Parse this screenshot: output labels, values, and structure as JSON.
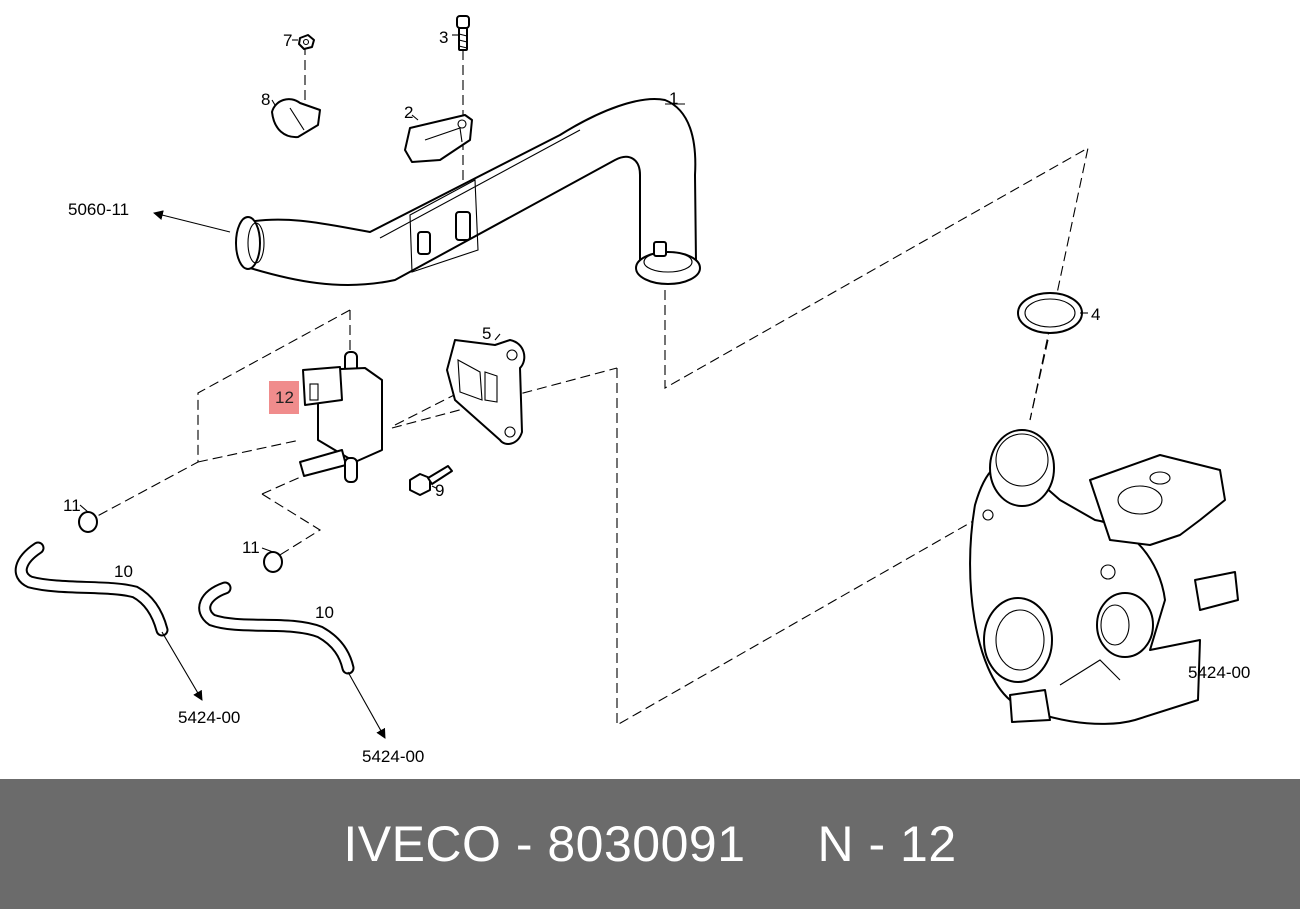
{
  "diagram": {
    "callouts": {
      "c1": "1",
      "c2": "2",
      "c3": "3",
      "c4": "4",
      "c5": "5",
      "c7": "7",
      "c8": "8",
      "c9": "9",
      "c10a": "10",
      "c10b": "10",
      "c11a": "11",
      "c11b": "11",
      "c12": "12"
    },
    "references": {
      "pipe_ref": "5060-11",
      "hose_ref_left": "5424-00",
      "hose_ref_mid": "5424-00",
      "turbo_ref": "5424-00"
    },
    "highlight_color": "#f08c8c"
  },
  "footer": {
    "brand": "IVECO",
    "separator": " - ",
    "part_number": "8030091",
    "spacer": "     ",
    "position_prefix": "N - ",
    "position_number": "12",
    "background": "#6b6b6b"
  }
}
